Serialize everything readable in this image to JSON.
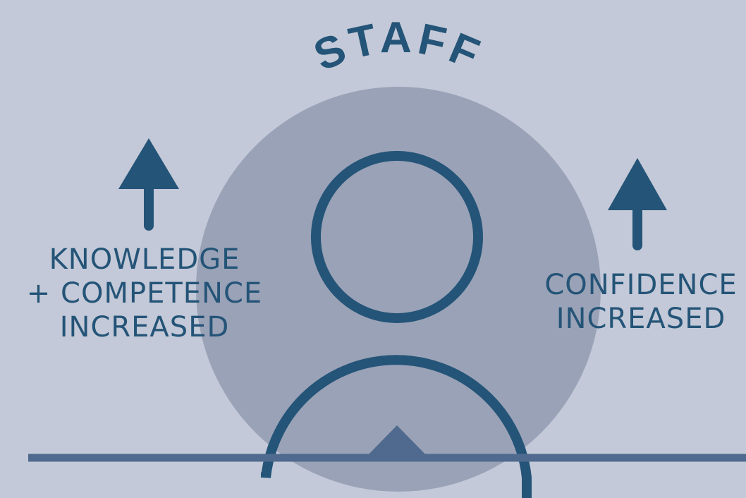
{
  "title": "STAFF",
  "left_label": {
    "line1": "KNOWLEDGE",
    "line2": "+ COMPETENCE",
    "line3": "INCREASED"
  },
  "right_label": {
    "line1": "CONFIDENCE",
    "line2": "INCREASED"
  },
  "colors": {
    "background": "#c3c9d8",
    "circle": "#9aa2b7",
    "primary": "#245477",
    "desk": "#4f6a8e"
  },
  "icons": {
    "person": "person-icon",
    "arrow": "arrow-up-icon"
  }
}
